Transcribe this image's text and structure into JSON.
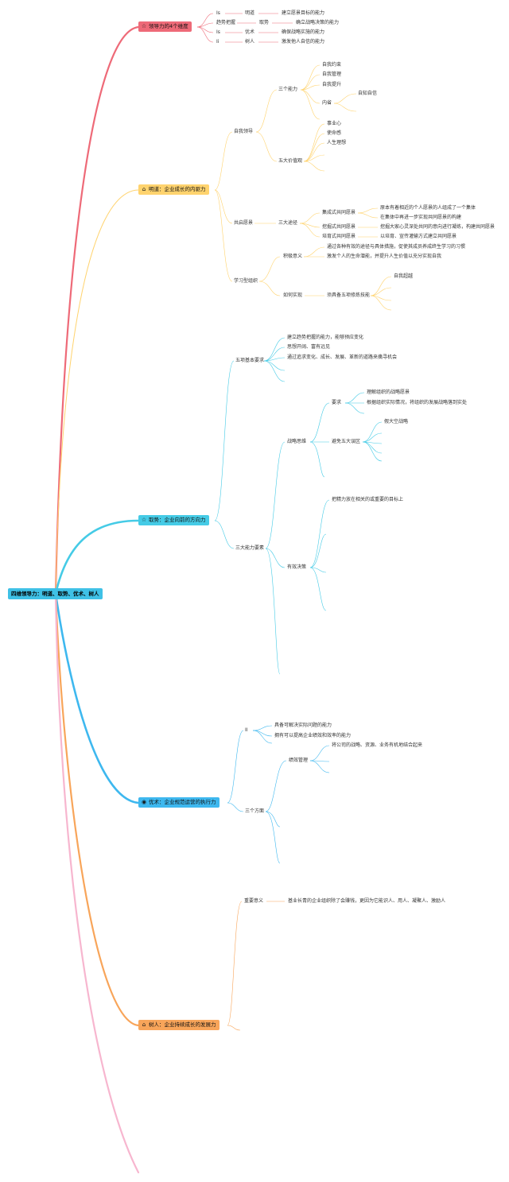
{
  "root": "四维领导力：明道、取势、优术、树人",
  "branches": {
    "b1": {
      "icon": "☆",
      "label": "领导力的4个维度"
    },
    "b2": {
      "icon": "⌂",
      "label": "明道：企业成长的内驱力"
    },
    "b3": {
      "icon": "☆",
      "label": "取势：企业向前的方向力"
    },
    "b4": {
      "icon": "◉",
      "label": "优术：企业规范运营的执行力"
    },
    "b5": {
      "icon": "⌂",
      "label": "树人：企业持续成长的发展力"
    }
  },
  "dims": {
    "r1": [
      "Is",
      "明道",
      "建立愿景目标的能力"
    ],
    "r2": [
      "趋势把握",
      "取势",
      "确立战略决策的能力"
    ],
    "r3": [
      "Is",
      "优术",
      "确保战略实施的能力"
    ],
    "r4": [
      "Ii",
      "树人",
      "激发他人自信的能力"
    ]
  },
  "mingdao": {
    "self_lead": "自我领导",
    "three_abilities": "三个能力",
    "self_restraint": "自我约束",
    "self_manage": "自我管理",
    "self_improve": "自我提升",
    "introspect": "内省",
    "self_know": "自知自信",
    "five_values": "五大价值观",
    "career": "事业心",
    "mission": "使命感",
    "ideal": "人生理想",
    "shared_vision": "共启愿景",
    "three_paths": "三大途径",
    "collective": "集成式共同愿景",
    "collective_d1": "原本有着相近的个人愿景的人组成了一个集体",
    "collective_d2": "在集体中再进一步实现共同愿景的构建",
    "mining": "挖掘式共同愿景",
    "mining_d": "挖掘大家心灵深处共同的意向进行凝练，构建共同愿景",
    "nurture": "培育式共同愿景",
    "nurture_d": "以培育、宣传灌输方式建立共同愿景",
    "learning_org": "学习型组织",
    "positive": "积极意义",
    "positive_d1": "通过各种有效的途径与具体措施，促使其成员养成终生学习的习惯",
    "positive_d2": "激发个人的生命潜能，并提升人生价值以充分实现自我",
    "how": "如何实现",
    "five_skills": "须具备五项修炼技能",
    "self_beyond": "自我超越"
  },
  "qushi": {
    "basic": "五项基本要求",
    "basic_1": "建立趋势把握的能力，能够预应变化",
    "basic_2": "思想开阔、富有远见",
    "basic_3": "通过追求变化、成长、发展、革新的道路来擒寻机会",
    "three_core": "三大能力要素",
    "strategic": "战略思维",
    "require": "要求",
    "req_1": "理解组织的战略愿景",
    "req_2": "根据组织实际情况，将组织的发展战略落到实处",
    "avoid": "避免五大误区",
    "avoid_1": "假大空战略",
    "decision": "有效决策",
    "decision_1": "把精力放在相关的或重要的目标上"
  },
  "youshu": {
    "it": "II",
    "it_1": "具备可解决实际问题的能力",
    "it_2": "拥有可以提高企业绩效和效率的能力",
    "three_aspects": "三个方面",
    "perf": "绩效管理",
    "perf_1": "将公司的战略、资源、业务有机地结合起来"
  },
  "shuren": {
    "importance": "重要意义",
    "importance_d": "基业长青的企业组织除了会赚钱，更因为它能识人、用人、凝聚人、激励人"
  },
  "colors": {
    "root": "#3fc1e6",
    "b1": "#ee6a78",
    "b2": "#ffd36e",
    "b3": "#45cbe6",
    "b4": "#3eb8ef",
    "b5": "#f8a55a",
    "b6": "#f7b6cf"
  }
}
